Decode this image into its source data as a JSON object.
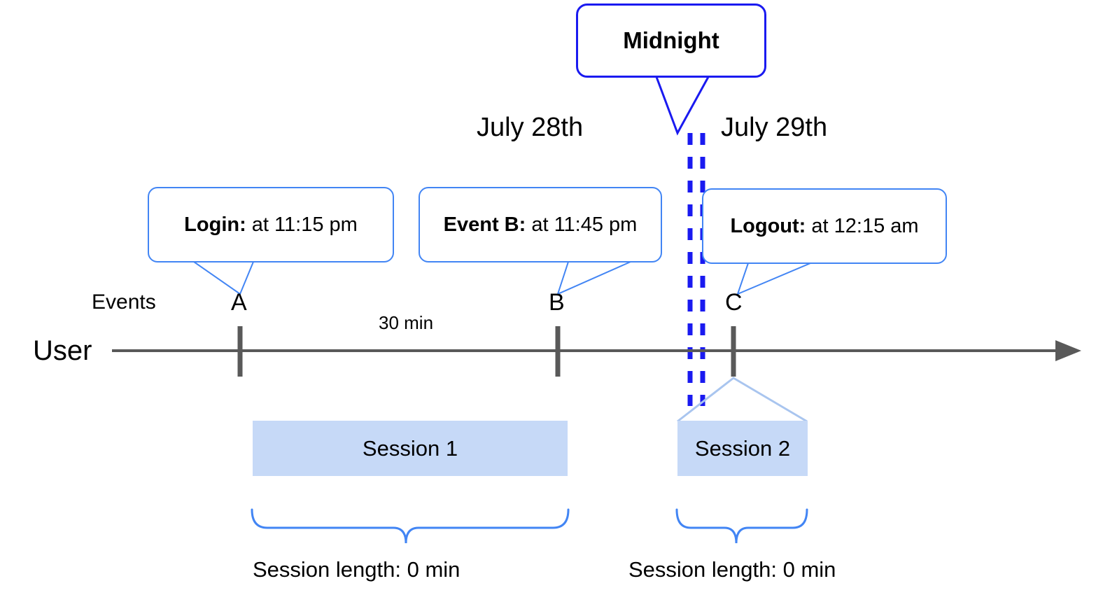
{
  "diagram": {
    "title_axis_labels": {
      "user": "User",
      "events": "Events"
    },
    "dates": {
      "left": "July 28th",
      "right": "July 29th"
    },
    "midnight": {
      "label": "Midnight",
      "accent_color": "#1a1af0"
    },
    "callouts": [
      {
        "bold": "Login:",
        "rest": " at 11:15 pm",
        "anchor": "A"
      },
      {
        "bold": "Event B:",
        "rest": " at 11:45 pm",
        "anchor": "B"
      },
      {
        "bold": "Logout:",
        "rest": " at 12:15 am",
        "anchor": "C"
      }
    ],
    "ticks": [
      {
        "letter": "A"
      },
      {
        "letter": "B"
      },
      {
        "letter": "C"
      }
    ],
    "gap_label": "30 min",
    "sessions": [
      {
        "name": "Session 1",
        "length_label": "Session length: 0 min"
      },
      {
        "name": "Session 2",
        "length_label": "Session length: 0 min"
      }
    ],
    "colors": {
      "callout_border": "#4285f4",
      "midnight_border": "#1a1af0",
      "session_fill": "#c6d9f7",
      "axis": "#595959",
      "brace": "#4285f4"
    }
  }
}
